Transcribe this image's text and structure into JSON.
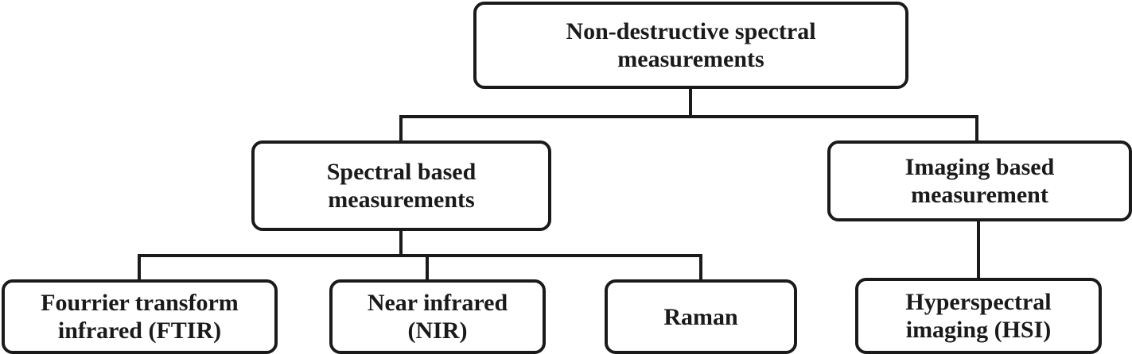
{
  "root": {
    "line1": "Non-destructive spectral",
    "line2": "measurements"
  },
  "spectral_based": {
    "line1": "Spectral based",
    "line2": "measurements"
  },
  "imaging_based": {
    "line1": "Imaging based",
    "line2": "measurement"
  },
  "ftir": {
    "line1": "Fourrier transform",
    "line2": "infrared (FTIR)"
  },
  "nir": {
    "line1": "Near infrared",
    "line2": "(NIR)"
  },
  "raman": {
    "line1": "Raman"
  },
  "hsi": {
    "line1": "Hyperspectral",
    "line2": "imaging (HSI)"
  }
}
